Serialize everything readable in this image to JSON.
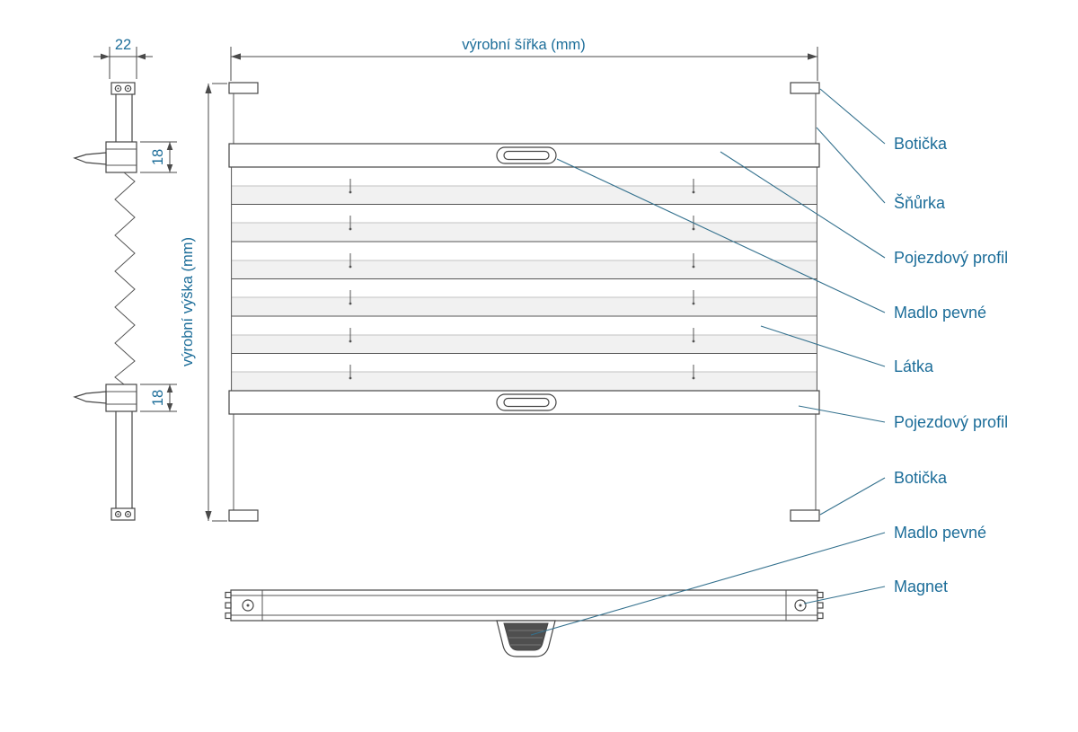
{
  "colors": {
    "label_text": "#1c6d99",
    "leader_line": "#34718e",
    "outline": "#454545",
    "pleat_backline": "#c2c2c2",
    "pleat_shadow": "#f1f1f1",
    "handle_fill": "#4f4f4f",
    "background": "#ffffff"
  },
  "dimensions": {
    "production_width": "výrobní šířka (mm)",
    "production_height": "výrobní výška (mm)",
    "profile_depth": "22",
    "rail_height_top": "18",
    "rail_height_bottom": "18"
  },
  "callouts": {
    "bracket_top": "Botička",
    "cord": "Šňůrka",
    "rail_top": "Pojezdový profil",
    "handle_front": "Madlo pevné",
    "fabric": "Látka",
    "rail_bottom": "Pojezdový profil",
    "bracket_bottom": "Botička",
    "handle_bottom": "Madlo pevné",
    "magnet": "Magnet"
  }
}
